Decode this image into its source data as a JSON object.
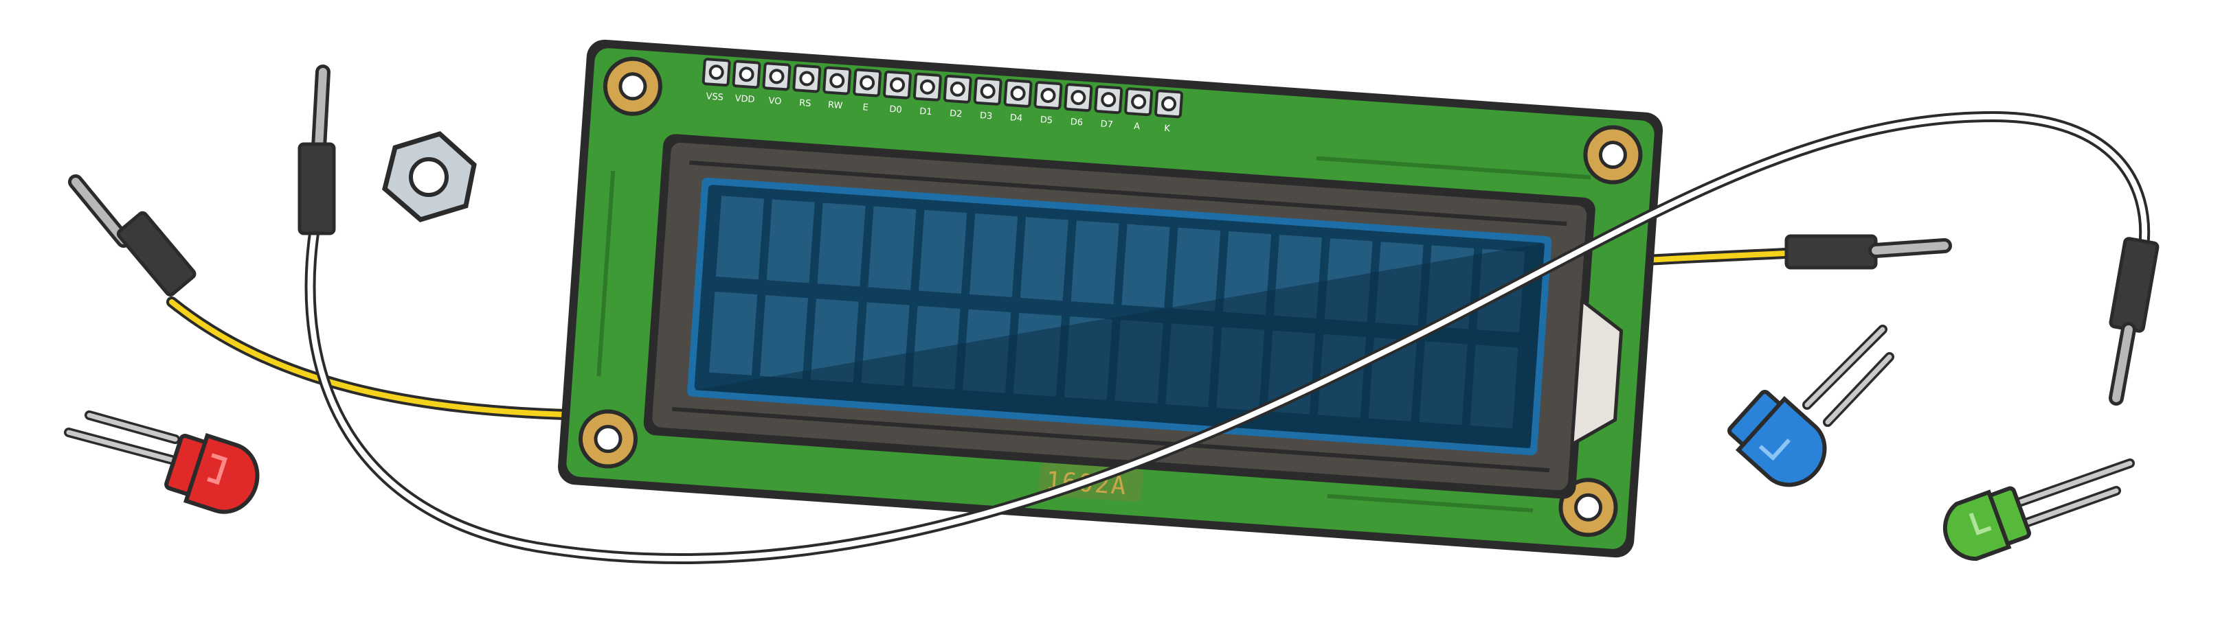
{
  "board": {
    "model_label": "1602A",
    "pin_labels": [
      "VSS",
      "VDD",
      "VO",
      "RS",
      "RW",
      "E",
      "D0",
      "D1",
      "D2",
      "D3",
      "D4",
      "D5",
      "D6",
      "D7",
      "A",
      "K"
    ],
    "pcb_color": "#3d9a35",
    "screen_color": "#0f3d5c",
    "bezel_color": "#4e4a46",
    "mount_hole_color": "#d4a54f"
  },
  "leds": [
    {
      "name": "red",
      "color": "#e02a2a"
    },
    {
      "name": "blue",
      "color": "#2a82d9"
    },
    {
      "name": "green",
      "color": "#57b93a"
    }
  ],
  "wires": [
    {
      "name": "yellow",
      "color": "#f5d21b"
    },
    {
      "name": "white",
      "color": "#ffffff"
    }
  ]
}
